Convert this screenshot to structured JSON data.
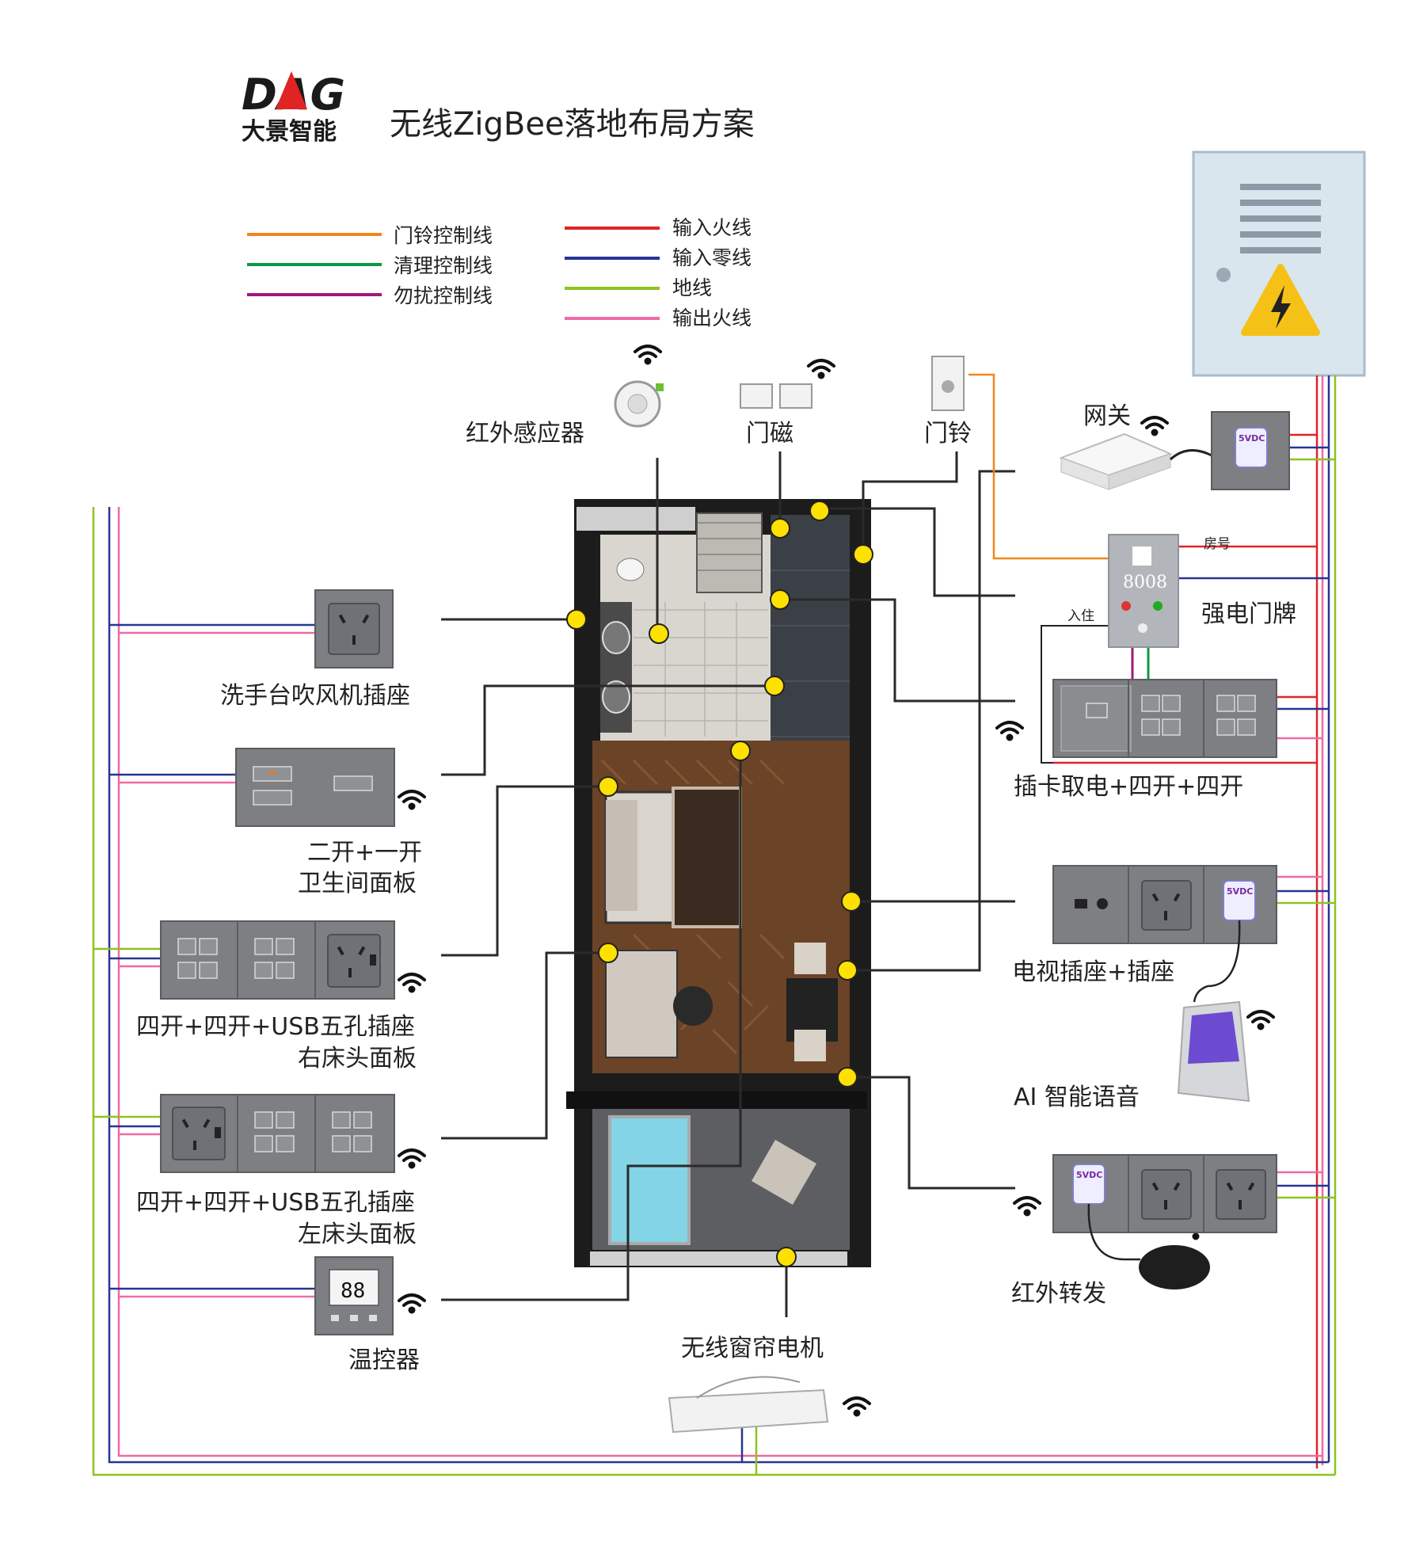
{
  "header": {
    "logo_mark": "DAG",
    "logo_cn": "大景智能",
    "title": "无线ZigBee落地布局方案"
  },
  "legend": {
    "left": [
      {
        "label": "门铃控制线",
        "color": "#f0871e"
      },
      {
        "label": "清理控制线",
        "color": "#0b9a44"
      },
      {
        "label": "勿扰控制线",
        "color": "#a3167e"
      }
    ],
    "right": [
      {
        "label": "输入火线",
        "color": "#e02424"
      },
      {
        "label": "输入零线",
        "color": "#283593"
      },
      {
        "label": "地线",
        "color": "#8dc41f"
      },
      {
        "label": "输出火线",
        "color": "#ef6aa6"
      }
    ]
  },
  "devices": {
    "ir_sensor": "红外感应器",
    "door_magnet": "门磁",
    "doorbell": "门铃",
    "gateway": "网关",
    "doorplate": "强电门牌",
    "doorplate_number": "8008",
    "doorplate_room_label": "房号",
    "doorplate_checkin_label": "入住",
    "card_switch": "插卡取电+四开+四开",
    "tv_socket": "电视插座+插座",
    "ai_voice": "AI 智能语音",
    "ir_relay": "红外转发",
    "curtain_motor": "无线窗帘电机",
    "basin_socket": "洗手台吹风机插座",
    "bath_panel_line1": "二开+一开",
    "bath_panel_line2": "卫生间面板",
    "right_bed_line1": "四开+四开+USB五孔插座",
    "right_bed_line2": "右床头面板",
    "left_bed_line1": "四开+四开+USB五孔插座",
    "left_bed_line2": "左床头面板",
    "thermostat": "温控器",
    "thermostat_display": "88",
    "usb_module": "5VDC"
  }
}
